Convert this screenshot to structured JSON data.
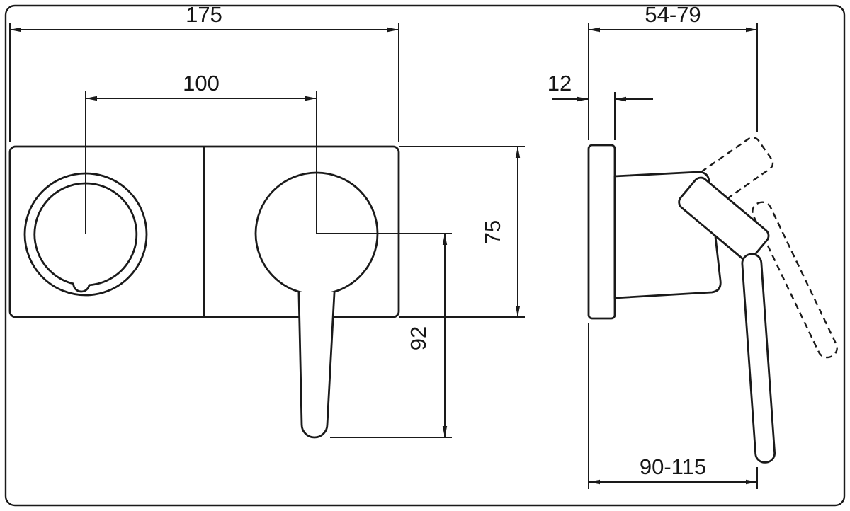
{
  "front_view": {
    "dim_plate_width": "175",
    "dim_handle_centers": "100",
    "dim_plate_height": "75",
    "dim_lever_drop": "92"
  },
  "side_view": {
    "dim_projection_range": "54-79",
    "dim_plate_thickness": "12",
    "dim_reach_range": "90-115"
  }
}
